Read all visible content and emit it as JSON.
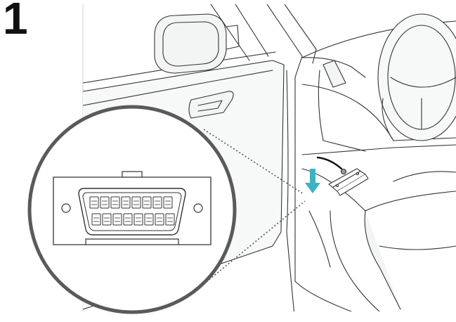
{
  "step": {
    "number": "1"
  },
  "illustration": {
    "subject": "car-interior-obd2-port",
    "icons": [
      "car-door",
      "side-mirror",
      "steering-wheel",
      "driver-seat",
      "obd2-adapter",
      "obd2-port-zoom",
      "down-arrow-icon"
    ]
  },
  "colors": {
    "line": "#333333",
    "light_fill": "#f3f4f4",
    "circle_stroke": "#555555",
    "arrow": "#3cb3c3",
    "background": "#ffffff"
  }
}
